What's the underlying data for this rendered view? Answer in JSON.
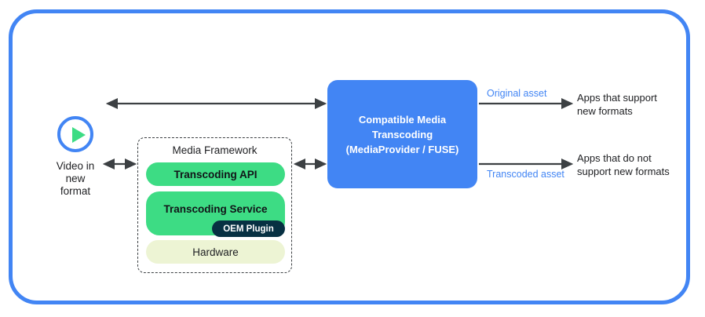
{
  "theme": {
    "accent_blue": "#4285F4",
    "green": "#3DDC84",
    "dark_navy": "#073042",
    "pale_green": "#EDF4D4",
    "arrow_gray": "#3c4043",
    "text": "#202124"
  },
  "source": {
    "icon": "play-circle-icon",
    "caption": "Video in\nnew\nformat"
  },
  "media_framework": {
    "title": "Media Framework",
    "layers": [
      {
        "label": "Transcoding API"
      },
      {
        "label": "Transcoding Service"
      },
      {
        "label": "Hardware"
      }
    ],
    "badge": "OEM Plugin"
  },
  "central_node": {
    "label": "Compatible Media\nTranscoding\n(MediaProvider / FUSE)"
  },
  "edges": {
    "source_to_framework": {
      "type": "bidirectional"
    },
    "framework_to_node": {
      "type": "bidirectional"
    },
    "source_to_node_top": {
      "type": "bidirectional"
    },
    "original_asset": {
      "label": "Original asset",
      "type": "directional"
    },
    "transcoded_asset": {
      "label": "Transcoded asset",
      "type": "directional"
    }
  },
  "destinations": [
    {
      "label": "Apps that support\nnew formats"
    },
    {
      "label": "Apps that do not\nsupport new formats"
    }
  ]
}
